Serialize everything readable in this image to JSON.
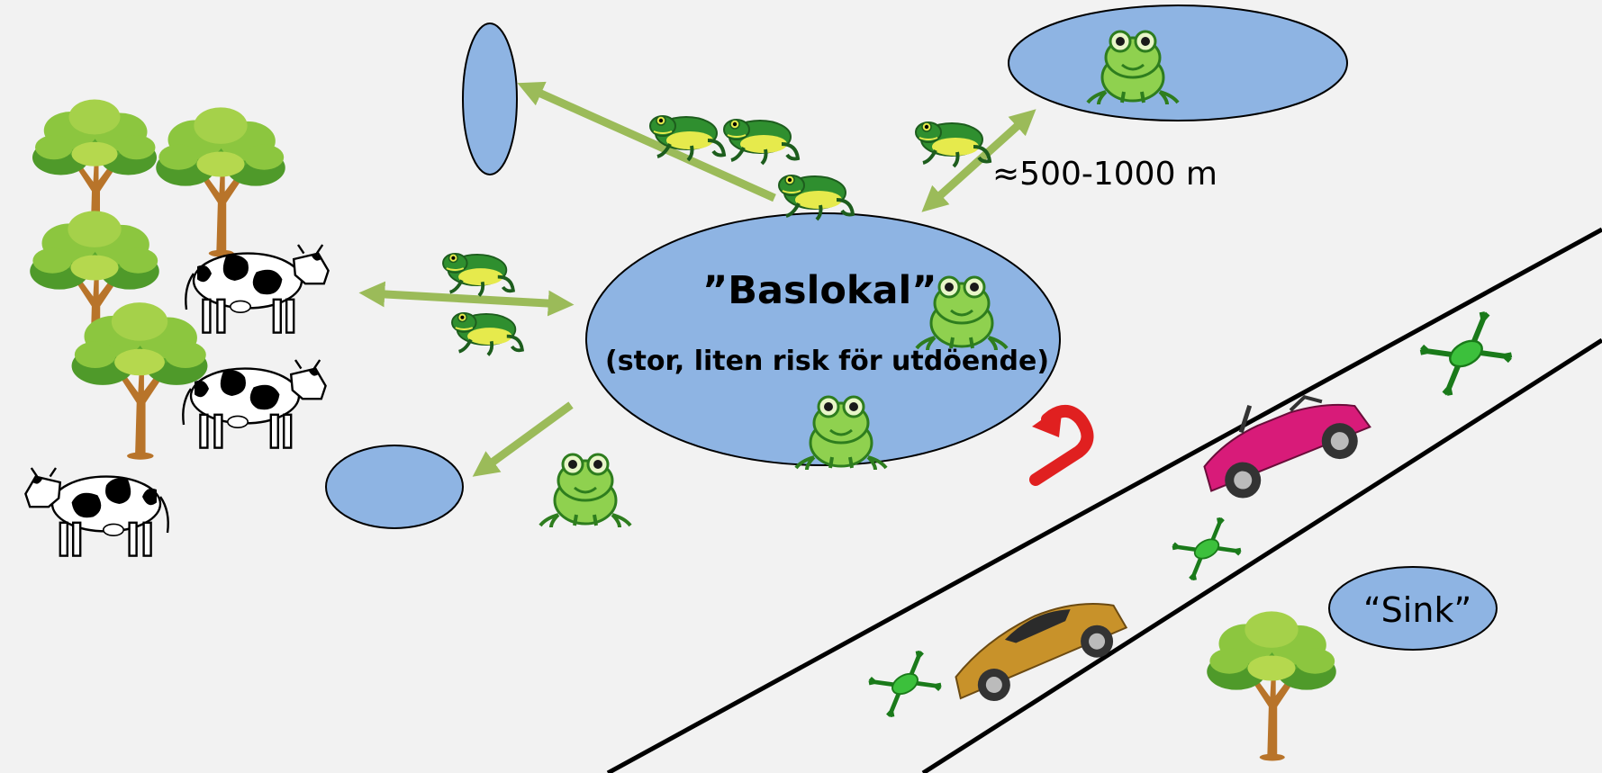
{
  "main_pond": {
    "title": "”Baslokal”",
    "subtitle": "(stor, liten risk för utdöende)"
  },
  "distance": {
    "label": "≈500-1000 m"
  },
  "sink_pond": {
    "label": "“Sink”"
  },
  "icons": [
    "tree-icon",
    "cow-icon",
    "frog-icon",
    "car-icon",
    "u-turn-arrow-icon"
  ],
  "colors": {
    "pond_fill": "#8eb4e3",
    "arrow": "#9bbb59",
    "background": "#f2f2f2",
    "u_turn_arrow": "#e02020",
    "car_convertible": "#d81b79",
    "car_sports": "#c8922a"
  }
}
